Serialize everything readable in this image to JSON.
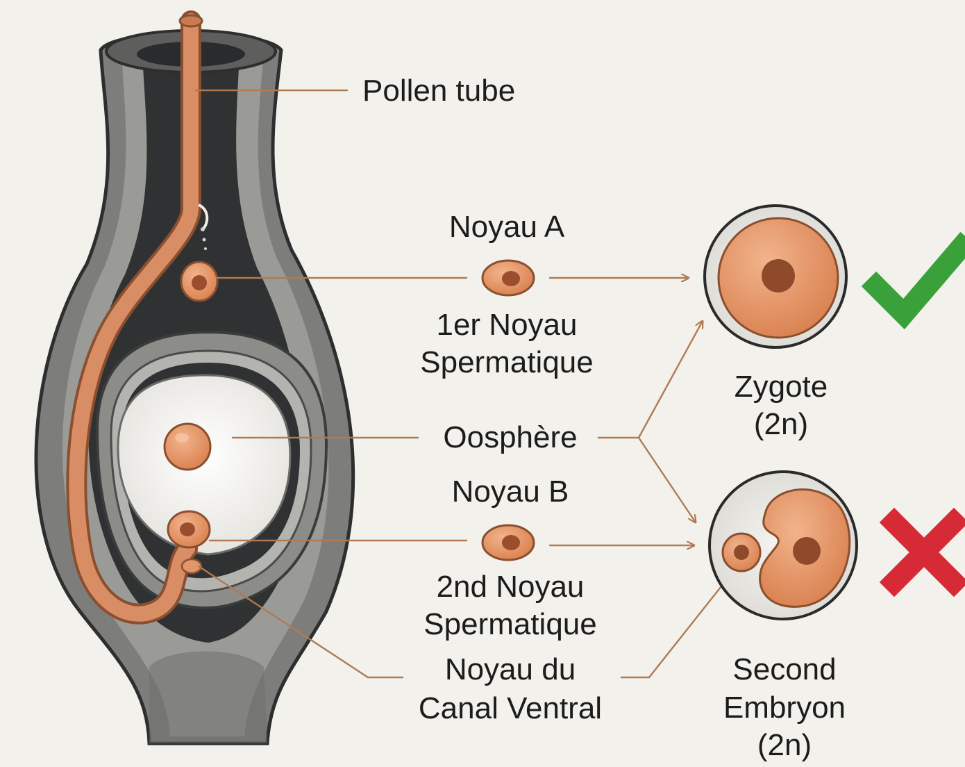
{
  "labels": {
    "pollen_tube": "Pollen tube",
    "noyau_a": "Noyau A",
    "first_sperm_line1": "1er Noyau",
    "first_sperm_line2": "Spermatique",
    "oosphere": "Oosphère",
    "noyau_b": "Noyau B",
    "second_sperm_line1": "2nd Noyau",
    "second_sperm_line2": "Spermatique",
    "canal_line1": "Noyau du",
    "canal_line2": "Canal Ventral",
    "zygote_line1": "Zygote",
    "zygote_line2": "(2n)",
    "second_embryo_line1": "Second",
    "second_embryo_line2": "Embryon",
    "second_embryo_line3": "(2n)"
  },
  "marks": {
    "zygote_status": "check-icon",
    "second_embryo_status": "cross-icon"
  },
  "colors": {
    "background": "#f2f1ec",
    "tissue_dark": "#2f3133",
    "tissue_mid": "#7d7e7c",
    "tissue_light": "#a9aaa5",
    "pollen_tube": "#d98d65",
    "nucleus": "#e3956c",
    "nucleus_core": "#9b4e2d",
    "leader_line": "#b07a52",
    "check": "#3aa03a",
    "cross": "#d62a36"
  }
}
